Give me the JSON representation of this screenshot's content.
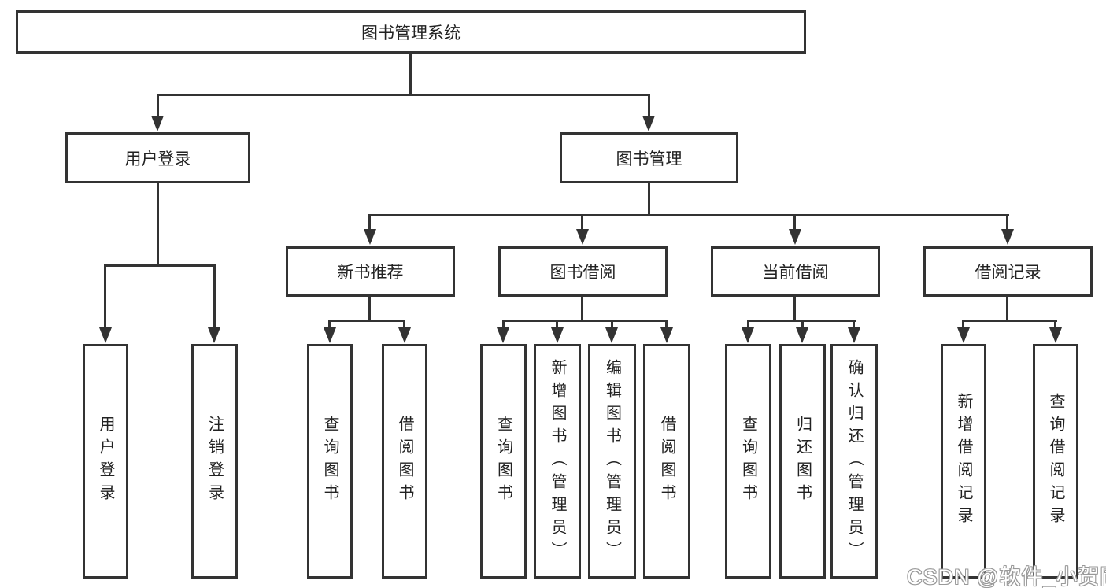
{
  "tree": {
    "label": "图书管理系统",
    "children": [
      {
        "label": "用户登录",
        "children": [
          {
            "label": "用户登录"
          },
          {
            "label": "注销登录"
          }
        ]
      },
      {
        "label": "图书管理",
        "children": [
          {
            "label": "新书推荐",
            "children": [
              {
                "label": "查询图书"
              },
              {
                "label": "借阅图书"
              }
            ]
          },
          {
            "label": "图书借阅",
            "children": [
              {
                "label": "查询图书"
              },
              {
                "label": "新增图书（管理员）"
              },
              {
                "label": "编辑图书（管理员）"
              },
              {
                "label": "借阅图书"
              }
            ]
          },
          {
            "label": "当前借阅",
            "children": [
              {
                "label": "查询图书"
              },
              {
                "label": "归还图书"
              },
              {
                "label": "确认归还（管理员）"
              }
            ]
          },
          {
            "label": "借阅记录",
            "children": [
              {
                "label": "新增借阅记录"
              },
              {
                "label": "查询借阅记录"
              }
            ]
          }
        ]
      }
    ]
  },
  "watermark": {
    "text": "CSDN @软件_小贺同学"
  },
  "colors": {
    "line": "#333333",
    "text": "#222222",
    "background": "#ffffff",
    "watermark_fill": "#ffffff",
    "watermark_outline": "#999999"
  }
}
